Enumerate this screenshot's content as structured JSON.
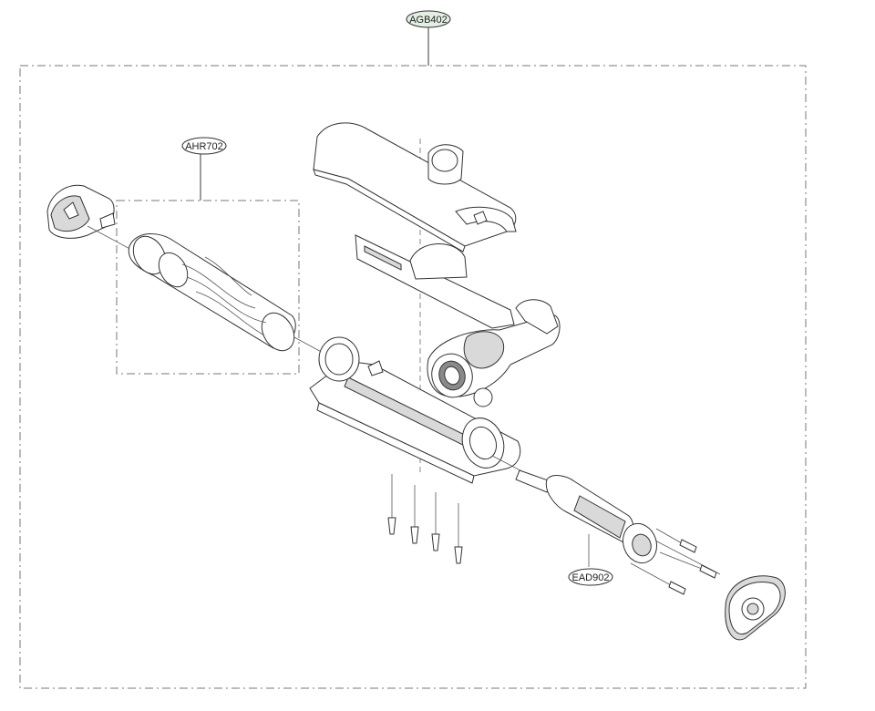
{
  "labels": {
    "assembly": "AGB402",
    "brush_roll": "AHR702",
    "motor": "EAD902"
  },
  "colors": {
    "assembly_label_fill": "#e3efe3",
    "label_fill": "#ffffff",
    "line": "#3a3a3a"
  }
}
